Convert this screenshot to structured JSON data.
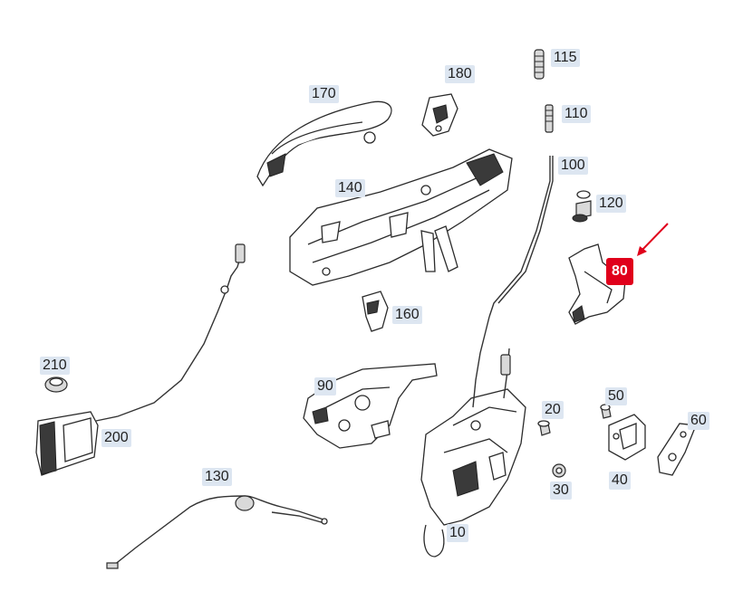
{
  "diagram": {
    "callouts": [
      {
        "id": "c115",
        "label": "115"
      },
      {
        "id": "c180",
        "label": "180"
      },
      {
        "id": "c170",
        "label": "170"
      },
      {
        "id": "c110",
        "label": "110"
      },
      {
        "id": "c100",
        "label": "100"
      },
      {
        "id": "c140",
        "label": "140"
      },
      {
        "id": "c120",
        "label": "120"
      },
      {
        "id": "c80",
        "label": "80",
        "highlighted": true
      },
      {
        "id": "c160",
        "label": "160"
      },
      {
        "id": "c210",
        "label": "210"
      },
      {
        "id": "c90",
        "label": "90"
      },
      {
        "id": "c50",
        "label": "50"
      },
      {
        "id": "c20",
        "label": "20"
      },
      {
        "id": "c60",
        "label": "60"
      },
      {
        "id": "c200",
        "label": "200"
      },
      {
        "id": "c130",
        "label": "130"
      },
      {
        "id": "c40",
        "label": "40"
      },
      {
        "id": "c30",
        "label": "30"
      },
      {
        "id": "c10",
        "label": "10"
      }
    ],
    "colors": {
      "callout_bg": "#dde6f1",
      "highlight": "#e0001b",
      "line": "#2b2b2b"
    }
  }
}
